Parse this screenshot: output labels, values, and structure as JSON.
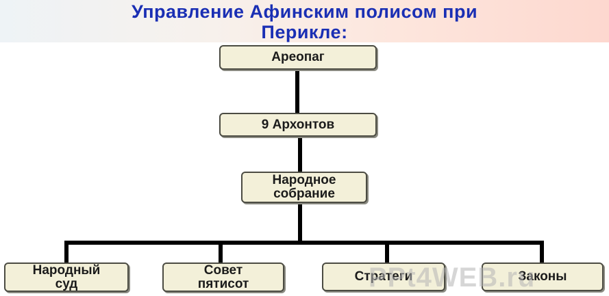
{
  "title": "Управление Афинским полисом при\nПерикле:",
  "nodes": {
    "areopagus": "Ареопаг",
    "archons": "9 Архонтов",
    "assembly": "Народное\nсобрание",
    "court": "Народный\nсуд",
    "council": "Совет\nпятисот",
    "strategoi": "Стратеги",
    "laws": "Законы"
  },
  "watermark": "PPt4WEB.ru",
  "colors": {
    "title": "#1a2fb4",
    "box_fill": "#f3f0d9",
    "box_border": "#4b4b42",
    "connector": "#000000"
  }
}
